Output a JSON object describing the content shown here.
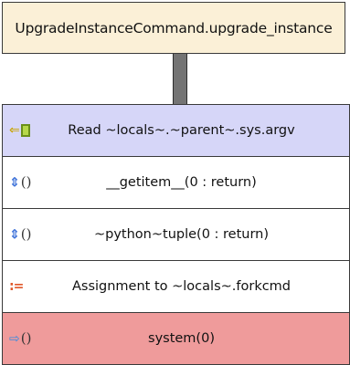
{
  "title": "UpgradeInstanceCommand.upgrade_instance",
  "rows": [
    {
      "label": "Read ~locals~.~parent~.sys.argv",
      "kind": "read",
      "icon": "read-arrow-icon"
    },
    {
      "label": "__getitem__(0 : return)",
      "kind": "call",
      "icon": "call-updown-icon"
    },
    {
      "label": "~python~tuple(0 : return)",
      "kind": "call",
      "icon": "call-updown-icon"
    },
    {
      "label": "Assignment to ~locals~.forkcmd",
      "kind": "assign",
      "icon": "assign-icon"
    },
    {
      "label": "system(0)",
      "kind": "system-call",
      "icon": "call-right-icon"
    }
  ],
  "colors": {
    "title_bg": "#fbf0d7",
    "read_bg": "#d6d6f8",
    "system_bg": "#ef9b9b",
    "connector": "#747474"
  }
}
